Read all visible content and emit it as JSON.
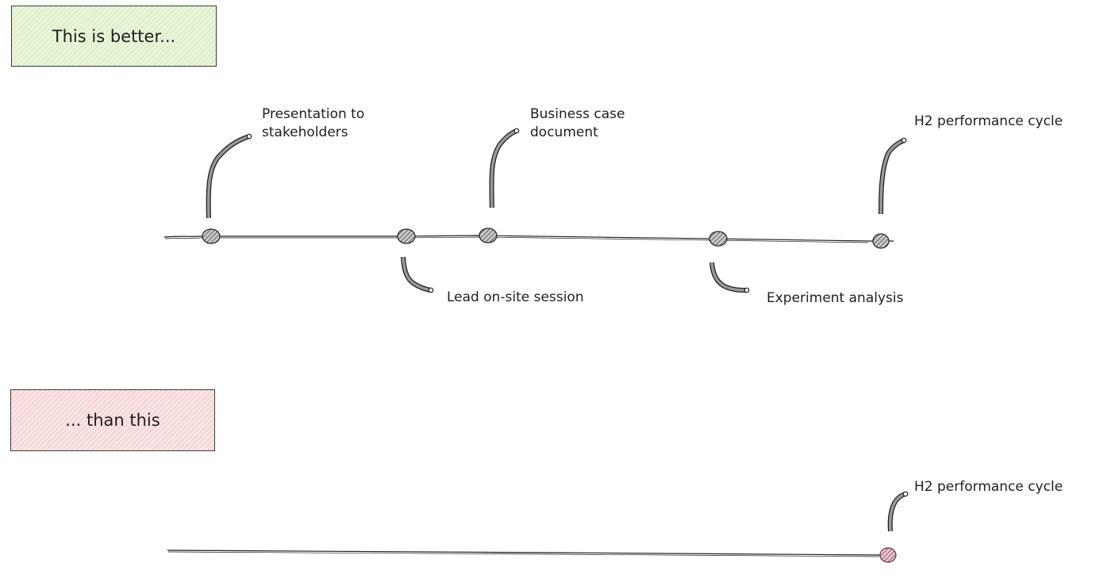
{
  "sections": {
    "better": {
      "box_label": "This is better...",
      "box_color": "#d7eebf",
      "annotations": [
        {
          "id": "presentation",
          "text": "Presentation to\nstakeholders",
          "side": "above"
        },
        {
          "id": "onsite",
          "text": "Lead on-site session",
          "side": "below"
        },
        {
          "id": "business",
          "text": "Business case\ndocument",
          "side": "above"
        },
        {
          "id": "experiment",
          "text": "Experiment analysis",
          "side": "below"
        },
        {
          "id": "h2",
          "text": "H2 performance cycle",
          "side": "above"
        }
      ],
      "milestone_count": 5
    },
    "worse": {
      "box_label": "... than this",
      "box_color": "#f5cfcf",
      "annotations": [
        {
          "id": "h2",
          "text": "H2 performance cycle",
          "side": "above"
        }
      ],
      "milestone_count": 1
    }
  },
  "colors": {
    "stroke": "#1e1e1e",
    "node_fill": "#7a7a7a",
    "alert_node": "#b0607a"
  }
}
